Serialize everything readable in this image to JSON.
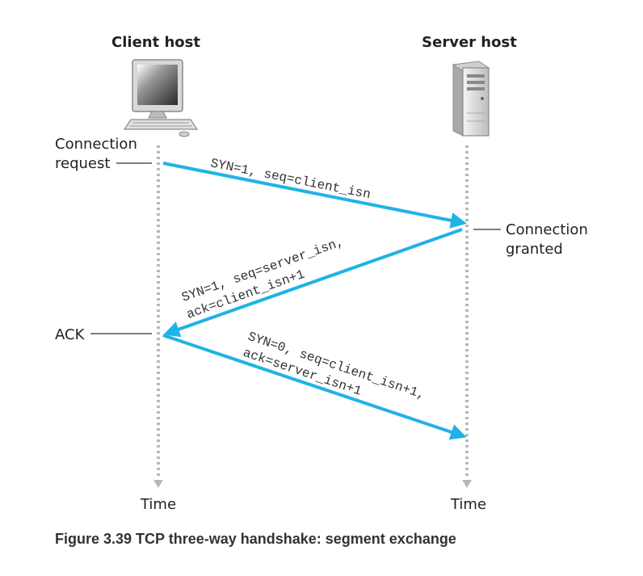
{
  "client": {
    "title": "Client host",
    "connection_request": [
      "Connection",
      "request"
    ],
    "ack_label": "ACK",
    "time_label": "Time"
  },
  "server": {
    "title": "Server host",
    "connection_granted": [
      "Connection",
      "granted"
    ],
    "time_label": "Time"
  },
  "messages": {
    "syn": [
      "SYN=1, seq=client_isn"
    ],
    "synack": [
      "SYN=1, seq=server_isn,",
      "ack=client_isn+1"
    ],
    "ack": [
      "SYN=0, seq=client_isn+1,",
      "ack=server_isn+1"
    ]
  },
  "colors": {
    "arrow": "#1fb3e6",
    "timeline": "#b8b8b8",
    "text": "#222222"
  },
  "caption": "Figure 3.39 TCP three-way handshake: segment exchange"
}
